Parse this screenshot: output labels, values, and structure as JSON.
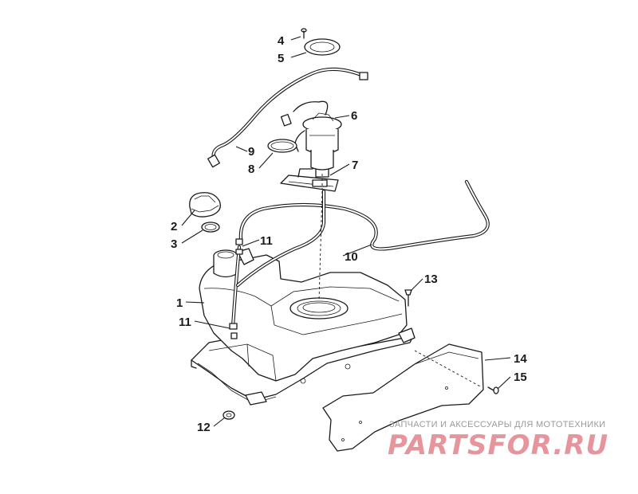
{
  "callouts": [
    {
      "id": "4",
      "label": "4"
    },
    {
      "id": "5",
      "label": "5"
    },
    {
      "id": "6",
      "label": "6"
    },
    {
      "id": "9",
      "label": "9"
    },
    {
      "id": "8",
      "label": "8"
    },
    {
      "id": "7",
      "label": "7"
    },
    {
      "id": "2",
      "label": "2"
    },
    {
      "id": "3",
      "label": "3"
    },
    {
      "id": "11a",
      "label": "11"
    },
    {
      "id": "10",
      "label": "10"
    },
    {
      "id": "13",
      "label": "13"
    },
    {
      "id": "1",
      "label": "1"
    },
    {
      "id": "11b",
      "label": "11"
    },
    {
      "id": "14",
      "label": "14"
    },
    {
      "id": "15",
      "label": "15"
    },
    {
      "id": "12",
      "label": "12"
    }
  ],
  "watermark": {
    "caption": "ЗАПЧАСТИ И АКСЕССУАРЫ ДЛЯ МОТОТЕХНИКИ",
    "logo": "PARTSFOR.RU"
  },
  "colors": {
    "line": "#1a1a1a",
    "watermark_text": "#9a9a9a",
    "watermark_logo": "#e48a93"
  }
}
